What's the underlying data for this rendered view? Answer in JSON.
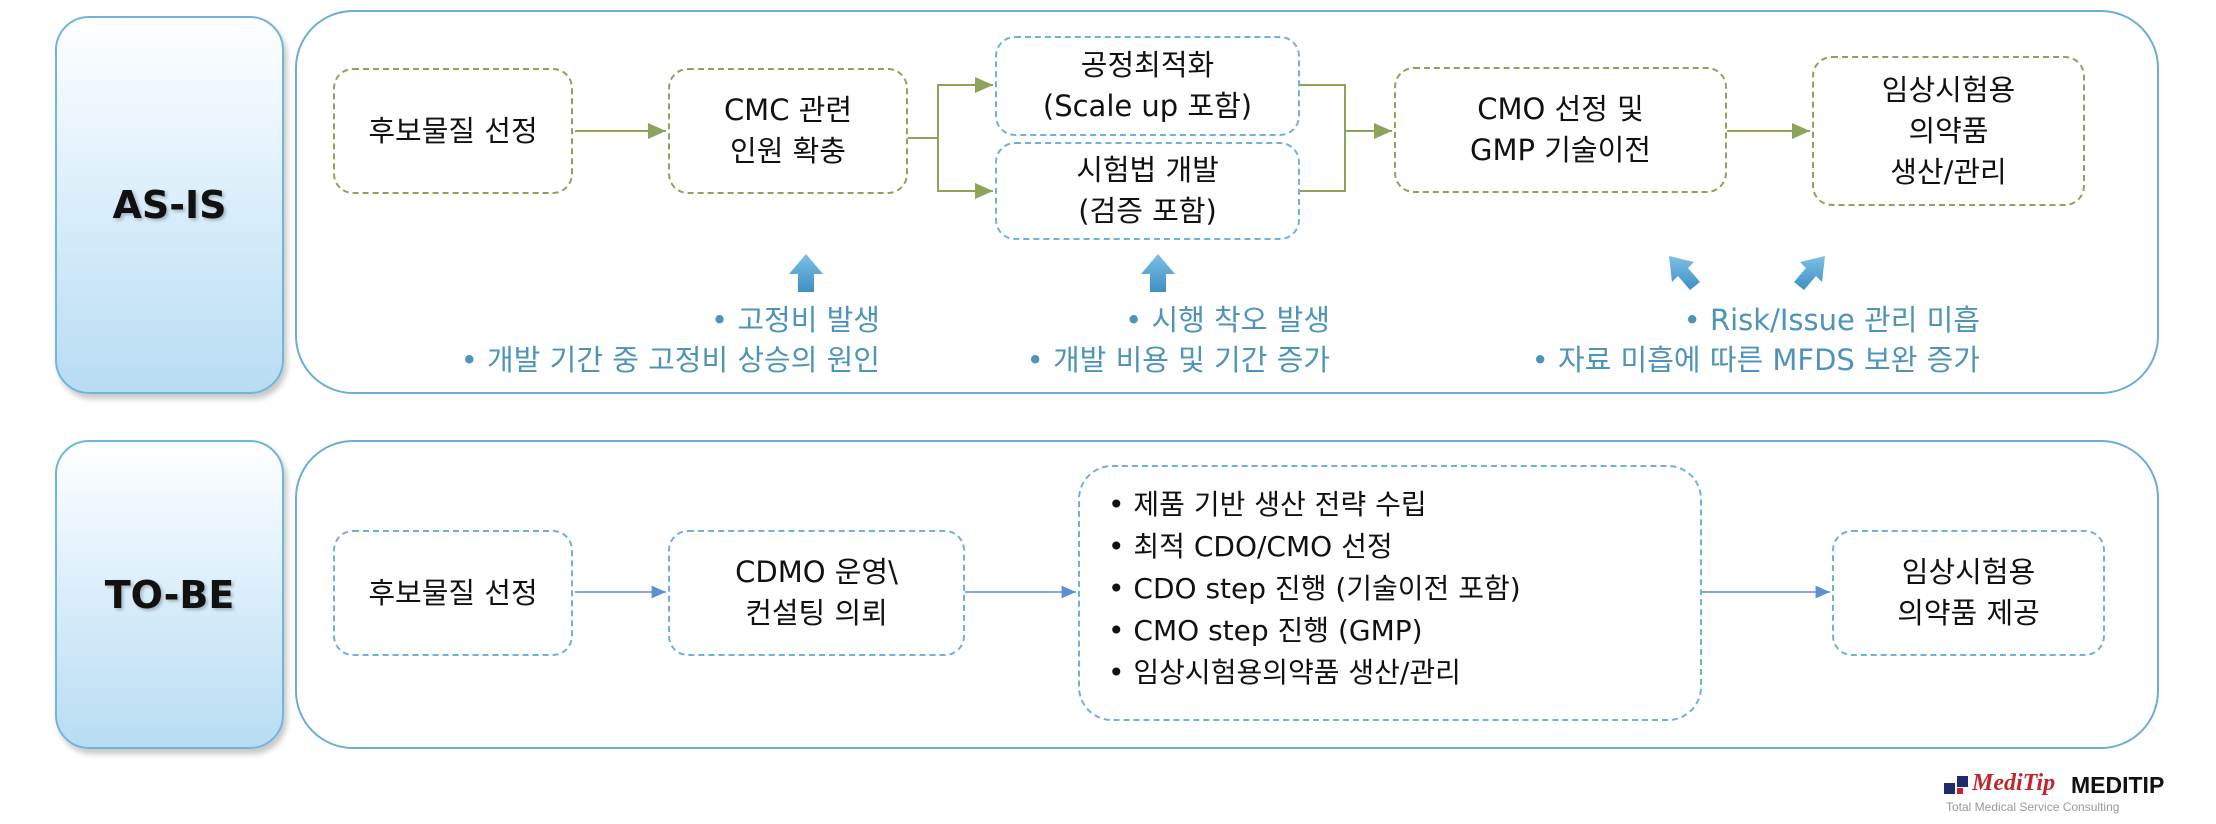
{
  "rows": {
    "as_is": {
      "label": "AS-IS"
    },
    "to_be": {
      "label": "TO-BE"
    }
  },
  "as_is": {
    "nodes": {
      "candidate": "후보물질 선정",
      "cmc": "CMC 관련\n인원 확충",
      "process_opt": "공정최적화\n(Scale up 포함)",
      "test_method": "시험법 개발\n(검증 포함)",
      "cmo": "CMO 선정 및\nGMP 기술이전",
      "clinical": "임상시험용\n의약품\n생산/관리"
    },
    "notes": {
      "fixed_cost": [
        "• 고정비 발생",
        "• 개발 기간 중 고정비 상승의 원인"
      ],
      "trial_error": [
        "• 시행 착오 발생",
        "• 개발 비용 및 기간 증가"
      ],
      "risk": [
        "• Risk/Issue 관리 미흡",
        "• 자료 미흡에 따른 MFDS 보완 증가"
      ]
    }
  },
  "to_be": {
    "nodes": {
      "candidate": "후보물질 선정",
      "cdmo": "CDMO 운영\\\n컨설팅 의뢰",
      "clinical": "임상시험용\n의약품 제공"
    },
    "bullets": [
      "• 제품 기반 생산 전략 수립",
      "• 최적 CDO/CMO 선정",
      "• CDO step 진행 (기술이전 포함)",
      "• CMO step 진행 (GMP)",
      "• 임상시험용의약품 생산/관리"
    ]
  },
  "logo": {
    "brand": "MediTip",
    "name": "MEDITIP",
    "tagline": "Total Medical Service Consulting"
  },
  "colors": {
    "green_dash": "#8da35a",
    "blue_dash": "#6fb0dc",
    "note_text": "#4e94b9",
    "logo_red": "#c0262c",
    "logo_navy": "#1f2c6b"
  }
}
